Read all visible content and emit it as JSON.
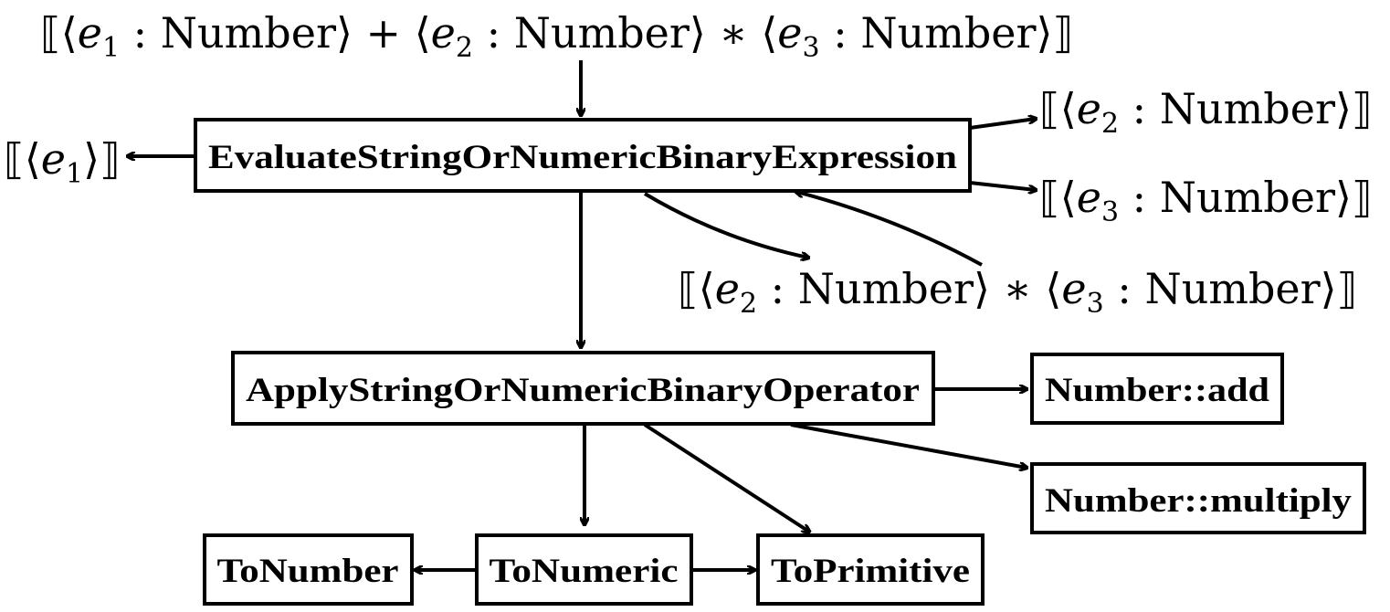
{
  "diagram": {
    "nodes": {
      "evaluate": "EvaluateStringOrNumericBinaryExpression",
      "apply": "ApplyStringOrNumericBinaryOperator",
      "number_add": "Number::add",
      "number_multiply": "Number::multiply",
      "to_number": "ToNumber",
      "to_numeric": "ToNumeric",
      "to_primitive": "ToPrimitive"
    },
    "expressions": {
      "top": {
        "part1": "⟦⟨",
        "e1": "e",
        "e1_sub": "1",
        "part2": " : Number⟩ + ⟨",
        "e2": "e",
        "e2_sub": "2",
        "part3": " : Number⟩ ∗ ⟨",
        "e3": "e",
        "e3_sub": "3",
        "part4": " : Number⟩⟧"
      },
      "e1_only": {
        "open": "⟦⟨",
        "var": "e",
        "sub": "1",
        "close": "⟩⟧"
      },
      "e2_number": {
        "open": "⟦⟨",
        "var": "e",
        "sub": "2",
        "close": " : Number⟩⟧"
      },
      "e3_number": {
        "open": "⟦⟨",
        "var": "e",
        "sub": "3",
        "close": " : Number⟩⟧"
      },
      "e2_times_e3": {
        "open": "⟦⟨",
        "var1": "e",
        "sub1": "2",
        "mid": " : Number⟩ ∗ ⟨",
        "var2": "e",
        "sub2": "3",
        "close": " : Number⟩⟧"
      }
    }
  }
}
